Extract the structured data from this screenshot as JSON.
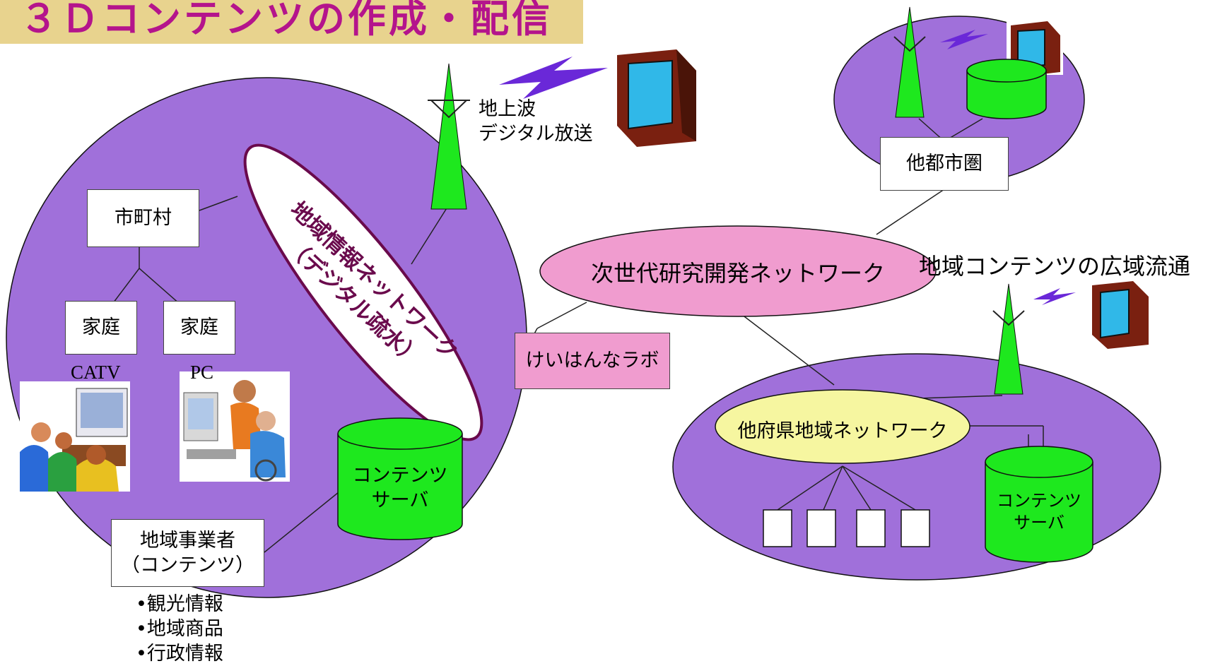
{
  "title": "３Ｄコンテンツの作成・配信",
  "local_area": {
    "municipality": "市町村",
    "home_left": "家庭",
    "home_right": "家庭",
    "catv_label": "CATV",
    "pc_label": "PC",
    "network_line1": "地域情報ネットワーク",
    "network_line2": "（デジタル疏水）",
    "server": [
      "コンテンツ",
      "サーバ"
    ],
    "business": [
      "地域事業者",
      "（コンテンツ）"
    ],
    "content_items": [
      "•観光情報",
      "•地域商品",
      "•行政情報"
    ],
    "broadcast": [
      "地上波",
      "デジタル放送"
    ]
  },
  "lab": "けいはんなラボ",
  "backbone": "次世代研究開発ネットワーク",
  "other_city": "他都市圏",
  "wide_area_label": "地域コンテンツの広域流通",
  "other_pref": {
    "network": "他府県地域ネットワーク",
    "server": [
      "コンテンツ",
      "サーバ"
    ]
  },
  "colors": {
    "region": "#a070da",
    "tower": "#1ee81e",
    "backbone": "#f09ccf",
    "pref_network": "#f6f6a0",
    "title_band": "#e8d38e",
    "title_text": "#b4148c",
    "network_outline": "#6a0a4c",
    "signal": "#6a28d8"
  },
  "icons": [
    "tv-icon",
    "antenna-tower-icon",
    "signal-bolt-icon",
    "database-icon",
    "family-catv-icon",
    "pc-users-icon",
    "terminal-icon"
  ]
}
